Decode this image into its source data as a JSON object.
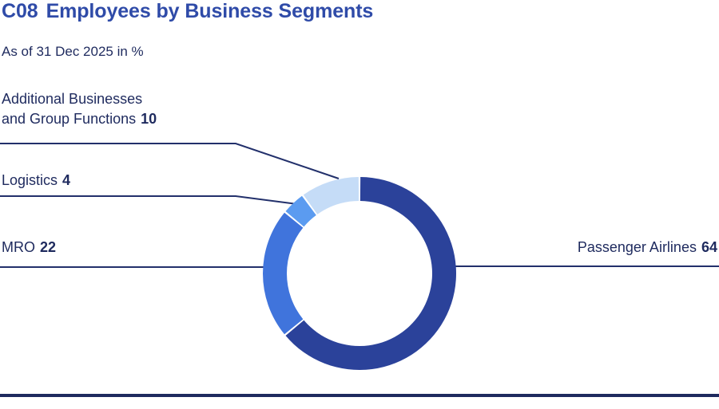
{
  "header": {
    "code": "C08",
    "title": "Employees by Business Segments",
    "subtitle": "As of 31 Dec 2025 in %"
  },
  "colors": {
    "title": "#2f4ba8",
    "text": "#1e2a5e",
    "rule": "#1e2a5e",
    "leader_line": "#22306b",
    "passenger_airlines": "#2b429a",
    "mro": "#4074dc",
    "logistics": "#5b9bf0",
    "additional_businesses": "#c5dcf7",
    "background": "#ffffff"
  },
  "labels": {
    "additional": {
      "line1": "Additional Businesses",
      "line2": "and Group Functions",
      "value": "10"
    },
    "logistics": {
      "line1": "Logistics",
      "value": "4"
    },
    "mro": {
      "line1": "MRO",
      "value": "22"
    },
    "passenger": {
      "line1": "Passenger Airlines",
      "value": "64"
    }
  },
  "chart_data": {
    "type": "pie",
    "variant": "donut",
    "title": "C08  Employees by Business Segments",
    "subtitle": "As of 31 Dec 2025 in %",
    "unit": "%",
    "categories": [
      "Passenger Airlines",
      "MRO",
      "Logistics",
      "Additional Businesses and Group Functions"
    ],
    "values": [
      64,
      22,
      4,
      10
    ],
    "colors": [
      "#2b429a",
      "#4074dc",
      "#5b9bf0",
      "#c5dcf7"
    ],
    "total": 100,
    "start_angle_deg": 0,
    "direction": "clockwise",
    "center": [
      450,
      343
    ],
    "outer_radius": 121,
    "inner_radius": 91,
    "legend": "callout-labels",
    "grid": false
  }
}
